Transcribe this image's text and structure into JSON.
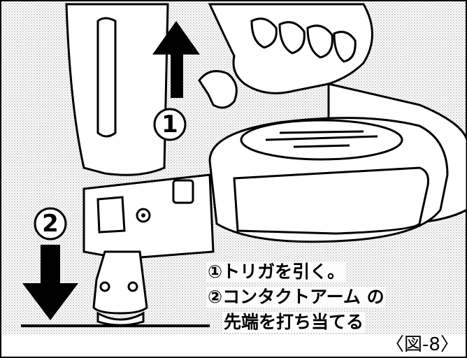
{
  "markers": {
    "one": "1",
    "two": "2"
  },
  "caption": {
    "line1": "①トリガを引く。",
    "line2": "②コンタクトアーム の",
    "line3": "先端を打ち当てる"
  },
  "figure_tag": "〈図-8〉",
  "colors": {
    "ink": "#000000",
    "paper": "#ffffff",
    "screen": "#9a9a9a"
  }
}
